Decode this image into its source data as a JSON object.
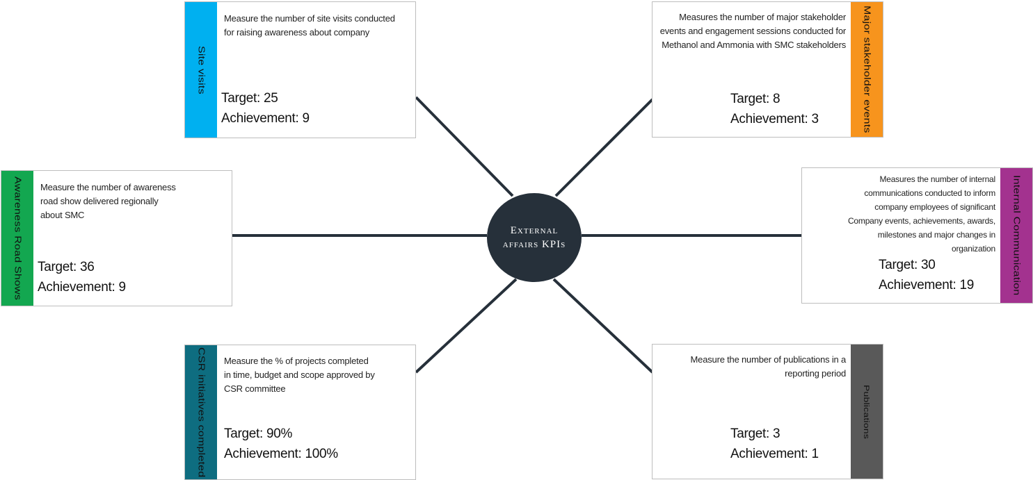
{
  "hub": {
    "title": "External affairs KPIs"
  },
  "kpis": {
    "site_visits": {
      "name": "Site visits",
      "description": "Measure the number of site visits conducted for raising awareness about company",
      "target": "Target: 25",
      "achievement": "Achievement: 9",
      "color": "#00b0f0"
    },
    "major_stakeholder_events": {
      "name": "Major stakeholder events",
      "description": "Measures the number of major stakeholder events and engagement sessions conducted for Methanol and Ammonia with SMC stakeholders",
      "target": "Target: 8",
      "achievement": "Achievement: 3",
      "color": "#f7941d"
    },
    "awareness_road_shows": {
      "name": "Awareness Road Shows",
      "description": "Measure the number of awareness road show delivered regionally about SMC",
      "target": "Target: 36",
      "achievement": "Achievement: 9",
      "color": "#13a750"
    },
    "internal_communication": {
      "name": "Internal Communication",
      "description": "Measures the number of internal communications conducted to inform company employees of significant Company events, achievements, awards, milestones and major changes in organization",
      "target": "Target: 30",
      "achievement": "Achievement: 19",
      "color": "#a3328f"
    },
    "csr_initiatives": {
      "name": "CSR initiatives completed",
      "description": "Measure the % of projects completed in time, budget and scope approved by CSR committee",
      "target": "Target: 90%",
      "achievement": "Achievement: 100%",
      "color": "#0e6d80"
    },
    "publications": {
      "name": "Publications",
      "description": "Measure the number of publications in a reporting period",
      "target": "Target: 3",
      "achievement": "Achievement: 1",
      "color": "#595959"
    }
  }
}
